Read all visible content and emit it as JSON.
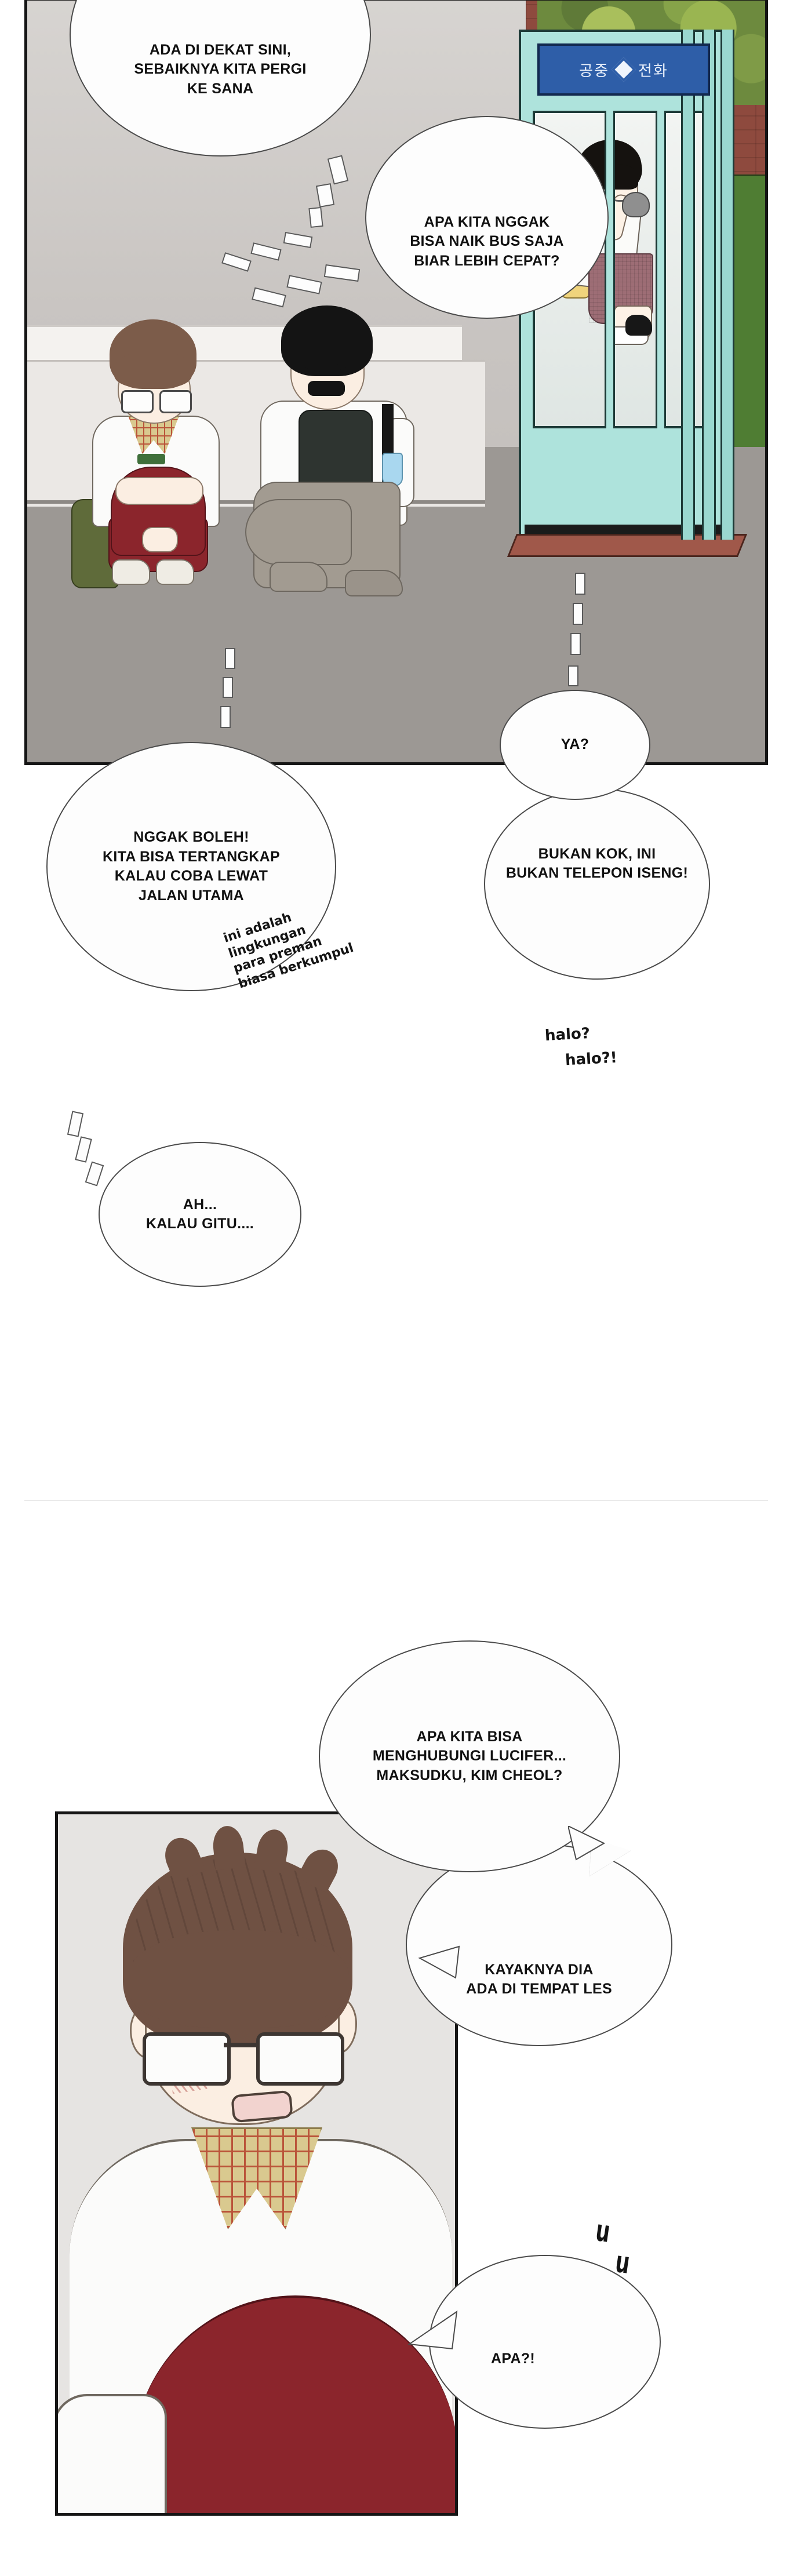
{
  "comic": {
    "language": "Indonesian",
    "style": "webtoon",
    "panels": [
      {
        "id": "panel-top",
        "description": "Two schoolboys sit on a low concrete ledge on a street; a public phone booth stands to the right with a girl inside talking on the handset. Red brick wall and green bushes behind.",
        "background_colors": {
          "sky": "#c9c5c2",
          "ground": "#9c9894",
          "ledge": "#ebe8e5",
          "brick_wall": "#8e4a3e",
          "bush_green": "#6d8a3e",
          "green_wall": "#4f7d33",
          "booth_teal": "#aee3dc",
          "booth_sign_blue": "#2e5ea8"
        },
        "booth_sign": {
          "left_text": "공중",
          "right_text": "전화",
          "icon": "diamond-logo-icon"
        }
      },
      {
        "id": "panel-bottom",
        "description": "Close-up of the boy with brown hair, round glasses and plaid collar, mouth open in shock, wearing a white shirt over a dark red sweater.",
        "background_colors": {
          "panel_bg": "#e6e4e2",
          "hair": "#6f5143",
          "skin": "#fbeee2",
          "shirt": "#fbfbfa",
          "sweater": "#8b252c",
          "collar_plaid": "#d9c98f",
          "glasses_frame": "#3d3632"
        }
      }
    ],
    "bubbles": [
      {
        "id": "bubble-1",
        "shape": "round",
        "text": "ADA DI DEKAT SINI,\nSEBAIKNYA KITA PERGI\nKE SANA"
      },
      {
        "id": "bubble-2",
        "shape": "round",
        "text": "APA KITA NGGAK\nBISA NAIK BUS SAJA\nBIAR LEBIH CEPAT?"
      },
      {
        "id": "bubble-3",
        "shape": "round",
        "text": "YA?"
      },
      {
        "id": "bubble-4",
        "shape": "round",
        "text": "BUKAN KOK, INI\nBUKAN TELEPON ISENG!"
      },
      {
        "id": "bubble-5",
        "shape": "round",
        "text": "NGGAK BOLEH!\nKITA BISA TERTANGKAP\nKALAU COBA LEWAT\nJALAN UTAMA"
      },
      {
        "id": "bubble-6",
        "shape": "round",
        "text": "AH...\nKALAU GITU...."
      },
      {
        "id": "bubble-7",
        "shape": "round",
        "text": "APA KITA BISA\nMENGHUBUNGI LUCIFER...\nMAKSUDKU, KIM CHEOL?"
      },
      {
        "id": "bubble-8",
        "shape": "round",
        "text": "KAYAKNYA DIA\nADA DI TEMPAT LES"
      },
      {
        "id": "bubble-9",
        "shape": "round",
        "text": "APA?!"
      }
    ],
    "handwritten": {
      "side_note_lines": [
        "ini adalah",
        "lingkungan",
        "para preman",
        "biasa berkumpul"
      ],
      "halo_1": "halo?",
      "halo_2": "halo?!"
    },
    "effects": {
      "shock_mark_1": "u",
      "shock_mark_2": "u"
    }
  }
}
